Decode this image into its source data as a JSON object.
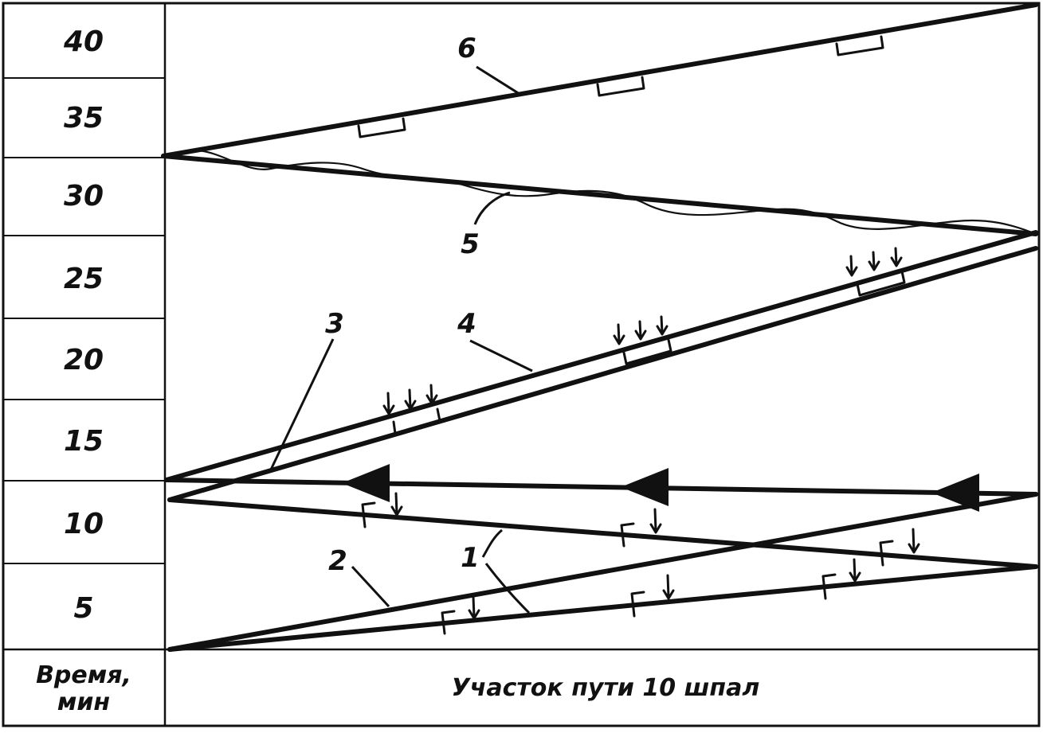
{
  "time_axis": {
    "ticks": [
      "40",
      "35",
      "30",
      "25",
      "20",
      "15",
      "10",
      "5"
    ],
    "label_line1": "Время,",
    "label_line2": "мин"
  },
  "x_axis": {
    "label": "Участок пути 10 шпал"
  },
  "path_labels": {
    "l1": "1",
    "l2": "2",
    "l3": "3",
    "l4": "4",
    "l5": "5",
    "l6": "6"
  }
}
